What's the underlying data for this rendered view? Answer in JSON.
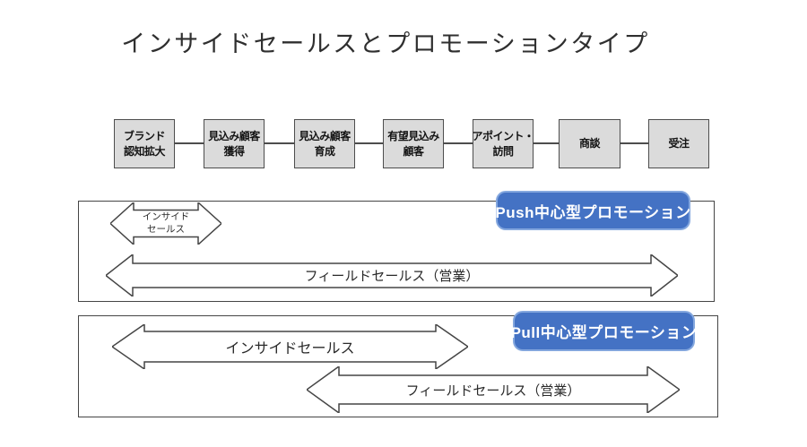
{
  "title": "インサイドセールスとプロモーションタイプ",
  "colors": {
    "badge_fill": "#4472c4",
    "badge_border": "#84a7de",
    "badge_text": "#ffffff",
    "stage_fill": "#dbdbdb",
    "outline": "#454545"
  },
  "funnel": {
    "stages": [
      {
        "line1": "ブランド",
        "line2": "認知拡大"
      },
      {
        "line1": "見込み顧客",
        "line2": "獲得"
      },
      {
        "line1": "見込み顧客",
        "line2": "育成"
      },
      {
        "line1": "有望見込み",
        "line2": "顧客"
      },
      {
        "line1": "アポイント・",
        "line2": "訪問"
      },
      {
        "line1": "商談"
      },
      {
        "line1": "受注"
      }
    ]
  },
  "sections": [
    {
      "badge": "Push中心型プロモーション",
      "arrows": [
        {
          "line1": "インサイド",
          "line2": "セールス"
        },
        {
          "line1": "フィールドセールス（営業）"
        }
      ]
    },
    {
      "badge": "Pull中心型プロモーション",
      "arrows": [
        {
          "line1": "インサイドセールス"
        },
        {
          "line1": "フィールドセールス（営業）"
        }
      ]
    }
  ]
}
